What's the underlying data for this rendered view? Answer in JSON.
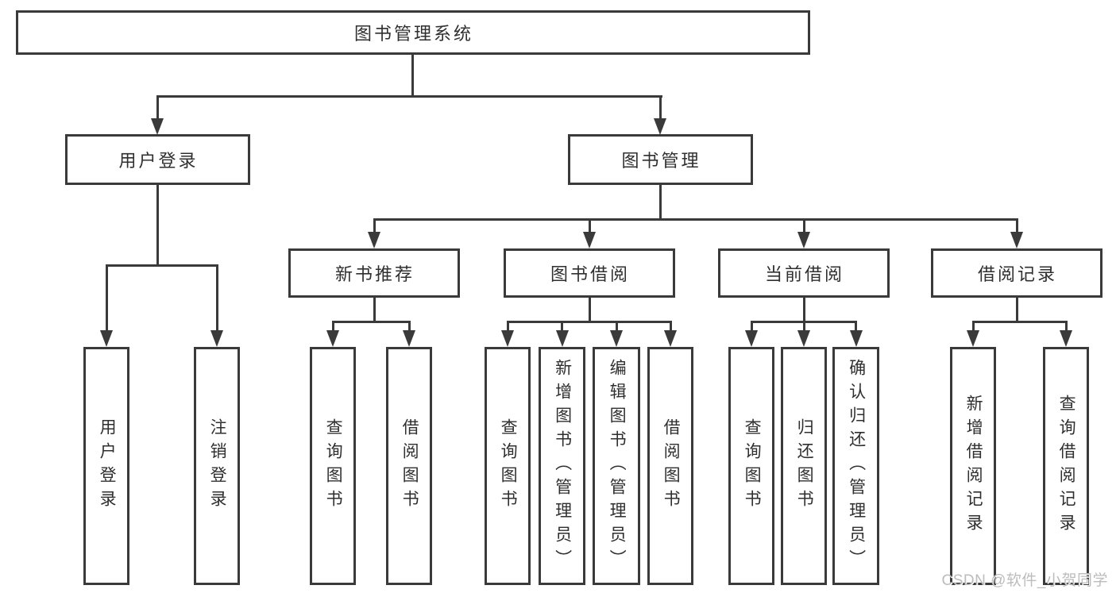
{
  "title": "图书管理系统",
  "level2": [
    {
      "label": "用户登录"
    },
    {
      "label": "图书管理"
    }
  ],
  "level3": [
    {
      "label": "新书推荐"
    },
    {
      "label": "图书借阅"
    },
    {
      "label": "当前借阅"
    },
    {
      "label": "借阅记录"
    }
  ],
  "level4": [
    {
      "label": "用户登录"
    },
    {
      "label": "注销登录"
    },
    {
      "label": "查询图书"
    },
    {
      "label": "借阅图书"
    },
    {
      "label": "查询图书"
    },
    {
      "label": "新增图书（管理员）"
    },
    {
      "label": "编辑图书（管理员）"
    },
    {
      "label": "借阅图书"
    },
    {
      "label": "查询图书"
    },
    {
      "label": "归还图书"
    },
    {
      "label": "确认归还（管理员）"
    },
    {
      "label": "新增借阅记录"
    },
    {
      "label": "查询借阅记录"
    }
  ],
  "watermark": "CSDN @软件_小贺同学",
  "colors": {
    "line": "#3a3a3a",
    "text": "#2f2f2f",
    "background": "#ffffff",
    "watermark": "#bcbcbc"
  }
}
